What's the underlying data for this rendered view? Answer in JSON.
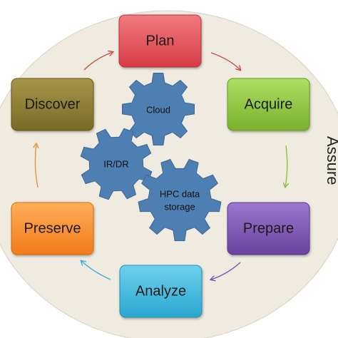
{
  "side_label": "Assure",
  "stages": [
    {
      "id": "plan",
      "label": "Plan",
      "color": "#e0505a"
    },
    {
      "id": "acquire",
      "label": "Acquire",
      "color": "#8fc63e"
    },
    {
      "id": "prepare",
      "label": "Prepare",
      "color": "#7d55b3"
    },
    {
      "id": "analyze",
      "label": "Analyze",
      "color": "#3bb7dd"
    },
    {
      "id": "preserve",
      "label": "Preserve",
      "color": "#f68c2c"
    },
    {
      "id": "discover",
      "label": "Discover",
      "color": "#8e7c34"
    }
  ],
  "gears": [
    {
      "id": "cloud",
      "lines": [
        "Cloud"
      ]
    },
    {
      "id": "ir-dr",
      "lines": [
        "IR/DR"
      ]
    },
    {
      "id": "hpc-data-storage",
      "lines": [
        "HPC data",
        "storage"
      ]
    }
  ],
  "colors": {
    "background_ellipse": "#efebe0",
    "gear_fill": "#4d7fb2",
    "gear_stroke": "#3c6795",
    "arrow_plan_acquire": "#d24c4c",
    "arrow_acquire_prepare": "#8fbf3e",
    "arrow_prepare_analyze": "#7a52ad",
    "arrow_analyze_preserve": "#3baed4",
    "arrow_preserve_discover": "#f0903a",
    "arrow_discover_plan": "#c9503e"
  }
}
